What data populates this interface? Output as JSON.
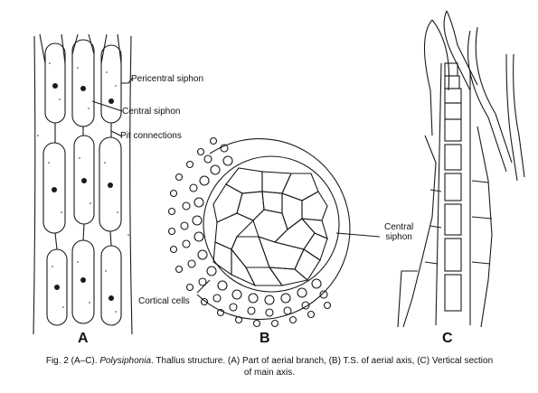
{
  "labels": {
    "pericentral": "Pericentral siphon",
    "central_a": "Central  siphon",
    "pit": "Pit connections",
    "central_b_line1": "Central",
    "central_b_line2": "siphon",
    "cortical": "Cortical cells"
  },
  "panels": {
    "a": "A",
    "b": "B",
    "c": "C"
  },
  "caption": {
    "prefix": "Fig. 2 (A–C). ",
    "genus": "Polysiphonia",
    "rest_line1": ". Thallus structure. (A) Part of aerial branch, (B) T.S. of aerial axis, (C) Vertical section",
    "line2": "of main axis."
  }
}
